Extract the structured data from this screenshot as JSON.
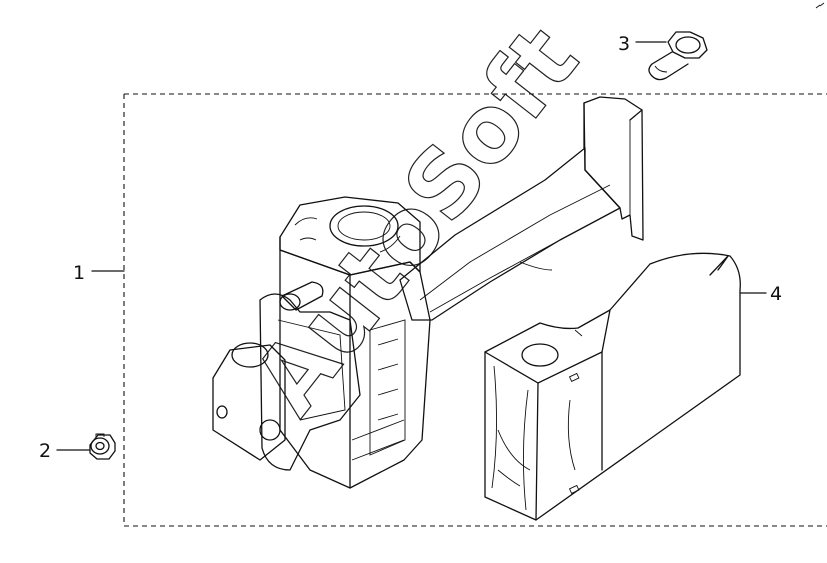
{
  "diagram": {
    "watermark": "AutoSoft",
    "callouts": [
      {
        "number": "1",
        "part": "door-check-strap-assembly"
      },
      {
        "number": "2",
        "part": "nut"
      },
      {
        "number": "3",
        "part": "bolt"
      },
      {
        "number": "4",
        "part": "cover"
      }
    ],
    "colors": {
      "line": "#111111",
      "background": "#ffffff"
    }
  }
}
